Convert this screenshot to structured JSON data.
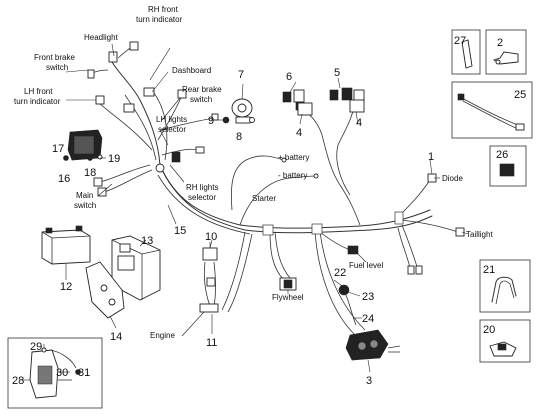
{
  "labels": {
    "headlight": "Headlight",
    "rh_front_turn_indicator": "RH front\nturn indicator",
    "front_brake_switch": "Front brake\nswitch",
    "dashboard": "Dashboard",
    "lh_front_turn_indicator": "LH front\nturn indicator",
    "rear_brake_switch": "Rear brake\nswitch",
    "lh_lights_selector": "LH lights\nselector",
    "main_switch": "Main\nswitch",
    "rh_lights_selector": "RH lights\nselector",
    "battery_plus": "+ battery",
    "battery_minus": "- battery",
    "starter": "Starter",
    "diode": "Diode",
    "taillight": "Taillight",
    "fuel_level": "Fuel level",
    "flywheel": "Flywheel",
    "engine": "Engine"
  },
  "part_numbers": {
    "p1": "1",
    "p2": "2",
    "p3": "3",
    "p4a": "4",
    "p4b": "4",
    "p5": "5",
    "p6": "6",
    "p7": "7",
    "p8": "8",
    "p9": "9",
    "p10": "10",
    "p11": "11",
    "p12": "12",
    "p13": "13",
    "p14": "14",
    "p15": "15",
    "p16": "16",
    "p17": "17",
    "p18": "18",
    "p19": "19",
    "p20": "20",
    "p21": "21",
    "p22": "22",
    "p23": "23",
    "p24": "24",
    "p25": "25",
    "p26": "26",
    "p27": "27",
    "p28": "28",
    "p29": "29",
    "p30": "30",
    "p31": "31"
  }
}
